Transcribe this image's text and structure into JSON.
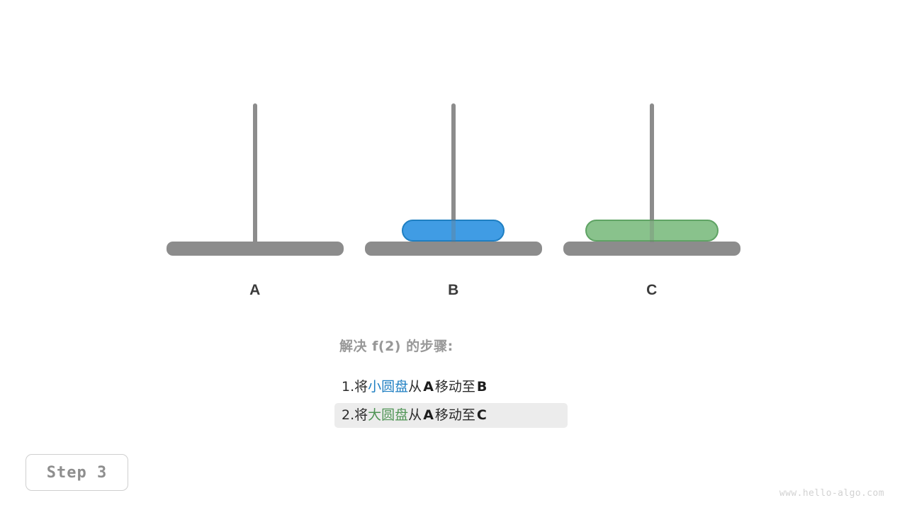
{
  "colors": {
    "background": "#ffffff",
    "peg_gray": "#8c8c8c",
    "label_dark": "#3b3b3b",
    "disk_small_fill": "#409ce4",
    "disk_small_border": "#1f7fc2",
    "disk_large_fill": "#89c28c",
    "disk_large_border": "#5fa364",
    "caption_gray": "#989898",
    "highlight_bg": "#ececec",
    "watermark": "#d2d2d2"
  },
  "towers": [
    {
      "label": "A",
      "disks": []
    },
    {
      "label": "B",
      "disks": [
        {
          "size": "small",
          "color_name": "blue"
        }
      ]
    },
    {
      "label": "C",
      "disks": [
        {
          "size": "large",
          "color_name": "green"
        }
      ]
    }
  ],
  "caption": {
    "title": "解决 f(2) 的步骤:",
    "steps": [
      {
        "index": "1.",
        "verb": "将",
        "disk_name": "小圆盘",
        "disk_color": "blue",
        "from_word": "从",
        "source": "A",
        "move_word": "移动至",
        "target": "B",
        "active": false
      },
      {
        "index": "2.",
        "verb": "将",
        "disk_name": "大圆盘",
        "disk_color": "green",
        "from_word": "从",
        "source": "A",
        "move_word": "移动至",
        "target": "C",
        "active": true
      }
    ]
  },
  "step_badge": {
    "label": "Step 3"
  },
  "watermark": {
    "text": "www.hello-algo.com"
  }
}
